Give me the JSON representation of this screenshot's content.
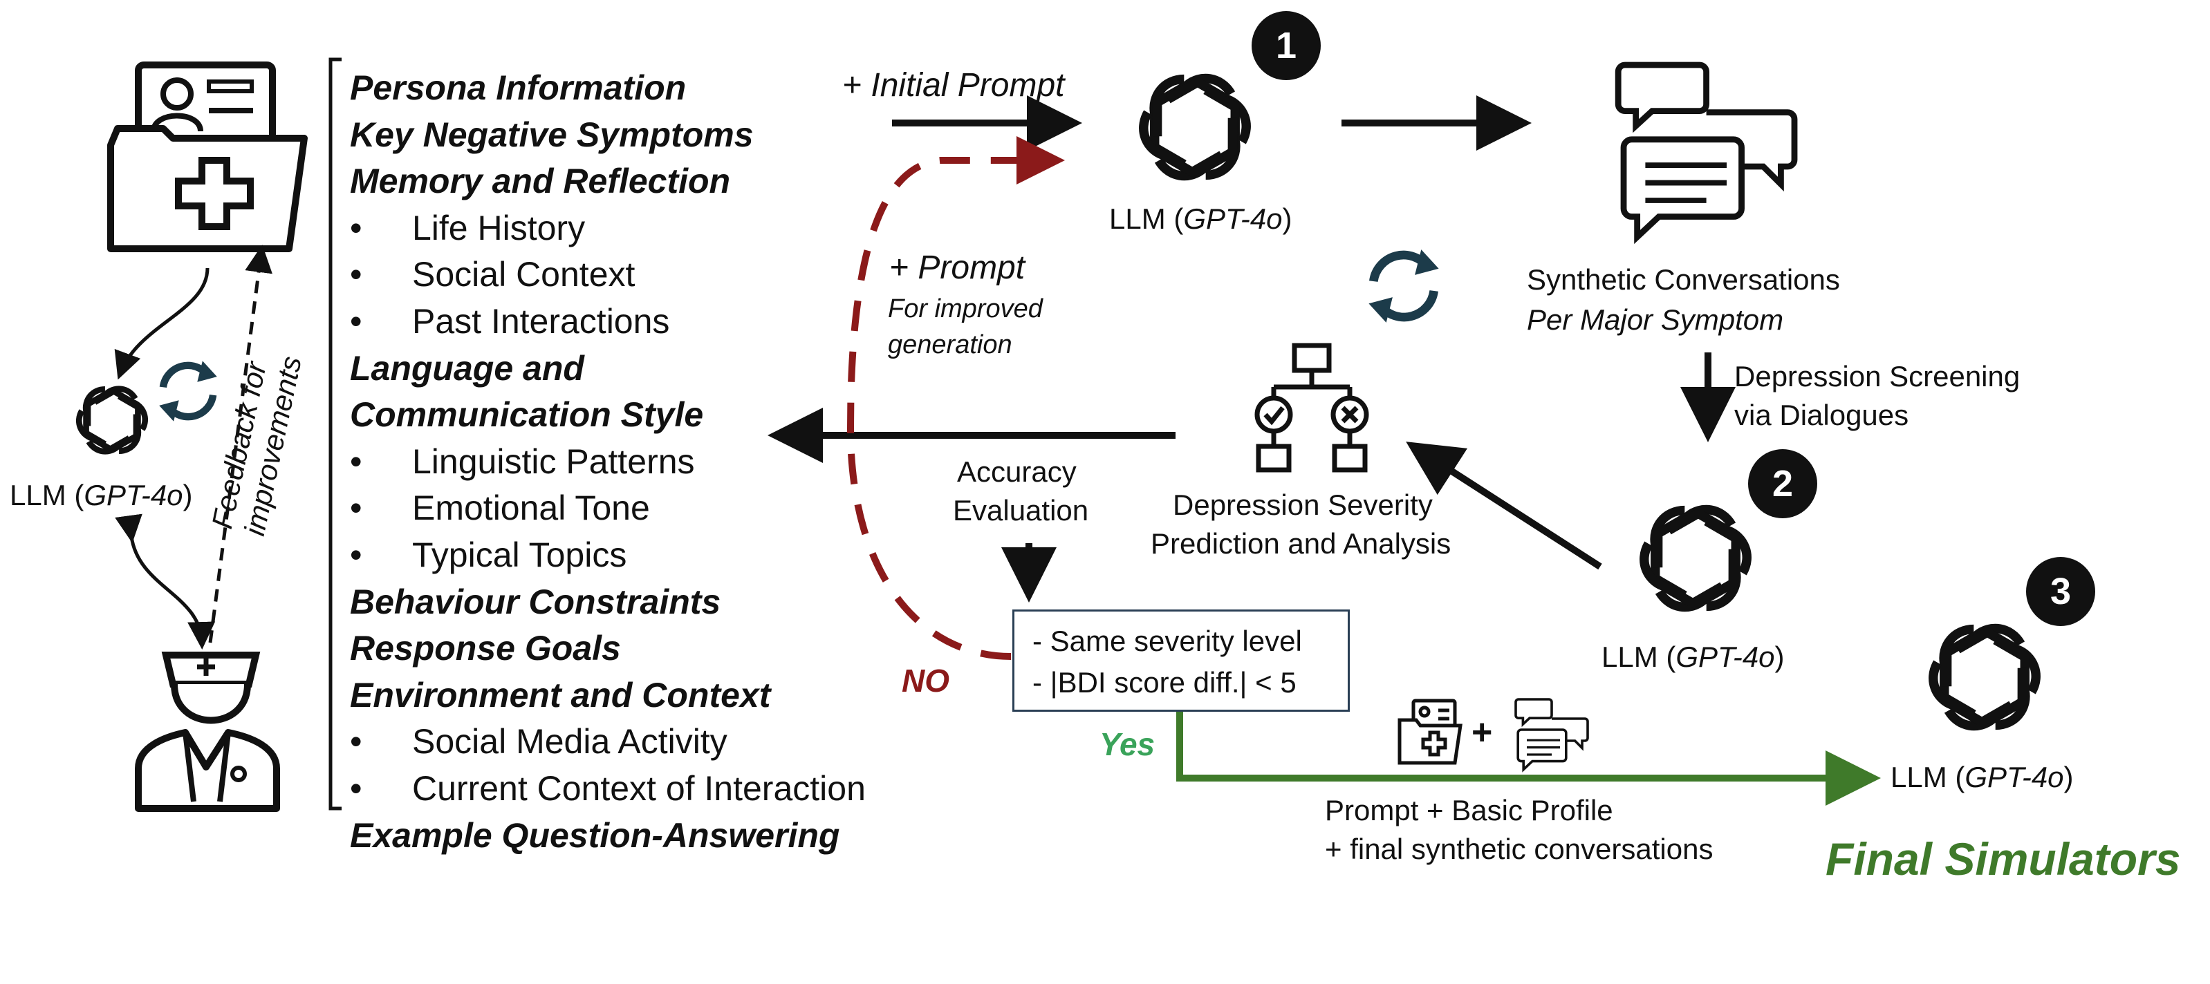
{
  "left_panel": {
    "llm_label": "LLM (",
    "llm_model": "GPT-4o",
    "llm_close": ")",
    "feedback_line1": "Feedback for",
    "feedback_line2": "improvements"
  },
  "prompt_components": [
    {
      "style": "heading",
      "text": "Persona Information"
    },
    {
      "style": "heading",
      "text": "Key Negative Symptoms"
    },
    {
      "style": "heading",
      "text": "Memory and Reflection"
    },
    {
      "style": "bullet",
      "text": "Life History"
    },
    {
      "style": "bullet",
      "text": "Social Context"
    },
    {
      "style": "bullet",
      "text": "Past Interactions"
    },
    {
      "style": "heading",
      "text": "Language and"
    },
    {
      "style": "heading",
      "text": "Communication Style"
    },
    {
      "style": "bullet",
      "text": "Linguistic Patterns"
    },
    {
      "style": "bullet",
      "text": "Emotional Tone"
    },
    {
      "style": "bullet",
      "text": "Typical Topics"
    },
    {
      "style": "heading",
      "text": "Behaviour Constraints"
    },
    {
      "style": "heading",
      "text": "Response Goals"
    },
    {
      "style": "heading",
      "text": "Environment and Context"
    },
    {
      "style": "bullet",
      "text": "Social Media Activity"
    },
    {
      "style": "bullet",
      "text": "Current Context of Interaction"
    },
    {
      "style": "heading",
      "text": "Example Question-Answering"
    }
  ],
  "bullet_char": "•",
  "flow": {
    "initial_prompt": "+ Initial Prompt",
    "prompt_plus": "+ Prompt",
    "prompt_note_1": "For improved",
    "prompt_note_2": "generation",
    "llm1_label": "LLM (",
    "llm1_model": "GPT-4o",
    "llm1_close": ")",
    "step1": "1",
    "synthetic_title": "Synthetic Conversations",
    "synthetic_sub": "Per Major Symptom",
    "screening_1": "Depression Screening",
    "screening_2": "via Dialogues",
    "step2": "2",
    "llm2_label": "LLM (",
    "llm2_model": "GPT-4o",
    "llm2_close": ")",
    "severity_1": "Depression Severity",
    "severity_2": "Prediction and Analysis",
    "accuracy_1": "Accuracy",
    "accuracy_2": "Evaluation",
    "criteria_1": "- Same severity level",
    "criteria_2": "- |BDI score diff.| < 5",
    "no_label": "NO",
    "yes_label": "Yes",
    "plus_sign": "+",
    "final_prompt_1": "Prompt + Basic Profile",
    "final_prompt_2": "+ final synthetic conversations",
    "step3": "3",
    "llm3_label": "LLM (",
    "llm3_model": "GPT-4o",
    "llm3_close": ")",
    "final_title": "Final Simulators"
  },
  "colors": {
    "ink": "#111111",
    "dashed_red": "#8b1a1a",
    "green": "#3f7a2a",
    "yes_green": "#3aa35a",
    "refresh_teal": "#1c3b4a",
    "box_border": "#2a3f55"
  }
}
